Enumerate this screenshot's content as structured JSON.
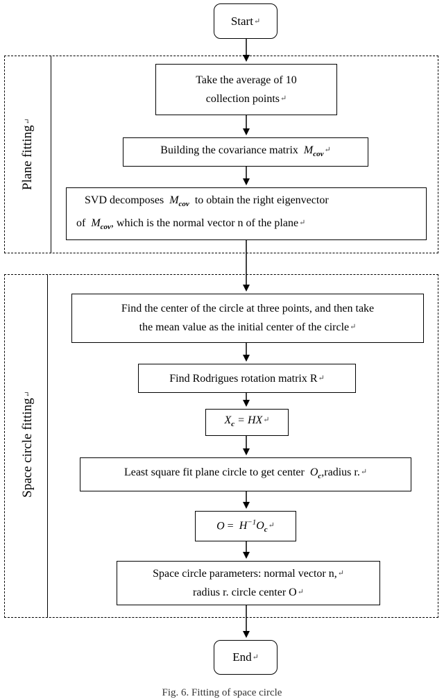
{
  "mark": "↵",
  "nodes": {
    "start": {
      "label": "Start"
    },
    "average": {
      "line1": "Take the average of 10",
      "line2": "collection points"
    },
    "covariance": {
      "text": "Building the covariance matrix",
      "math_base": "M",
      "math_sub": "cov"
    },
    "svd": {
      "t1": "SVD decomposes",
      "t2": "to obtain the right eigenvector",
      "t3": "of",
      "t4": ", which is the normal vector n of the plane",
      "math_base": "M",
      "math_sub": "cov"
    },
    "center3": {
      "line1": "Find the center of the circle at three points, and then take",
      "line2": "the mean value as the initial center of the circle"
    },
    "rodrigues": {
      "label": "Find Rodrigues rotation matrix R"
    },
    "transform": {
      "lhs_base": "X",
      "lhs_sub": "c",
      "rhs": "= HX"
    },
    "leastsq": {
      "t1": "Least square fit plane circle to get center",
      "math_base": "O",
      "math_sub": "c",
      "t2": ",radius r."
    },
    "inverse": {
      "lhs": "O",
      "op": "=",
      "h": "H",
      "exp": "−1",
      "o": "O",
      "sub": "c"
    },
    "params": {
      "line1": "Space circle parameters: normal vector n,",
      "line2": "radius r. circle center O"
    },
    "end": {
      "label": "End"
    }
  },
  "groups": {
    "plane": {
      "label": "Plane fitting"
    },
    "space": {
      "label": "Space circle fitting"
    }
  },
  "caption": "Fig. 6. Fitting of space circle"
}
